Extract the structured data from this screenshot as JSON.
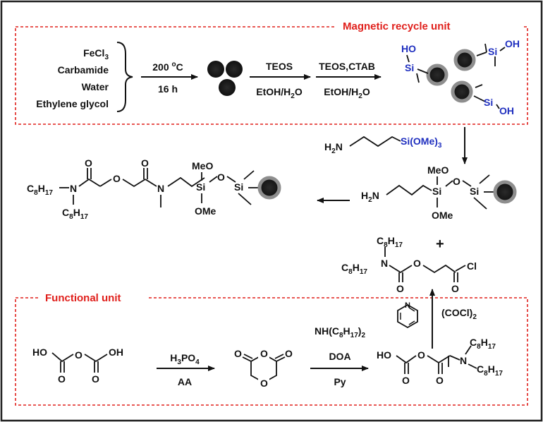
{
  "diagram": {
    "magnetic_unit_title": "Magnetic recycle unit",
    "functional_unit_title": "Functional unit",
    "reagents": {
      "fecl3": "FeCl",
      "fecl3_sub": "3",
      "carbamide": "Carbamide",
      "water": "Water",
      "eg": "Ethylene glycol"
    },
    "step1": {
      "temp": "200 ",
      "temp_deg": "o",
      "temp_unit": "C",
      "time": "16 h"
    },
    "step2": {
      "top": "TEOS",
      "bottom_a": "EtOH/H",
      "bottom_sub": "2",
      "bottom_b": "O"
    },
    "step3": {
      "top": "TEOS,CTAB",
      "bottom_a": "EtOH/H",
      "bottom_sub": "2",
      "bottom_b": "O"
    },
    "silane": {
      "amine": "H",
      "amine_sub": "2",
      "amine_n": "N",
      "group": "Si(OMe)",
      "group_sub": "3"
    },
    "atoms": {
      "ho": "HO",
      "oh": "OH",
      "si": "Si",
      "o": "O",
      "n": "N",
      "meo": "MeO",
      "ome": "OMe",
      "cl": "Cl",
      "c": "C",
      "c8_sub": "8",
      "h": "H",
      "h17_sub": "17",
      "plus": "+"
    },
    "reagent_right": {
      "a": "(COCl)",
      "sub": "2"
    },
    "step_acid": {
      "top_a": "H",
      "top_sub1": "3",
      "top_b": "PO",
      "top_sub2": "4",
      "bottom": "AA"
    },
    "step_amide": {
      "top_a": "NH(C",
      "top_sub1": "8",
      "top_b": "H",
      "top_sub2": "17",
      "top_c": ")",
      "top_sub3": "2",
      "mid": "DOA",
      "bottom": "Py"
    }
  }
}
